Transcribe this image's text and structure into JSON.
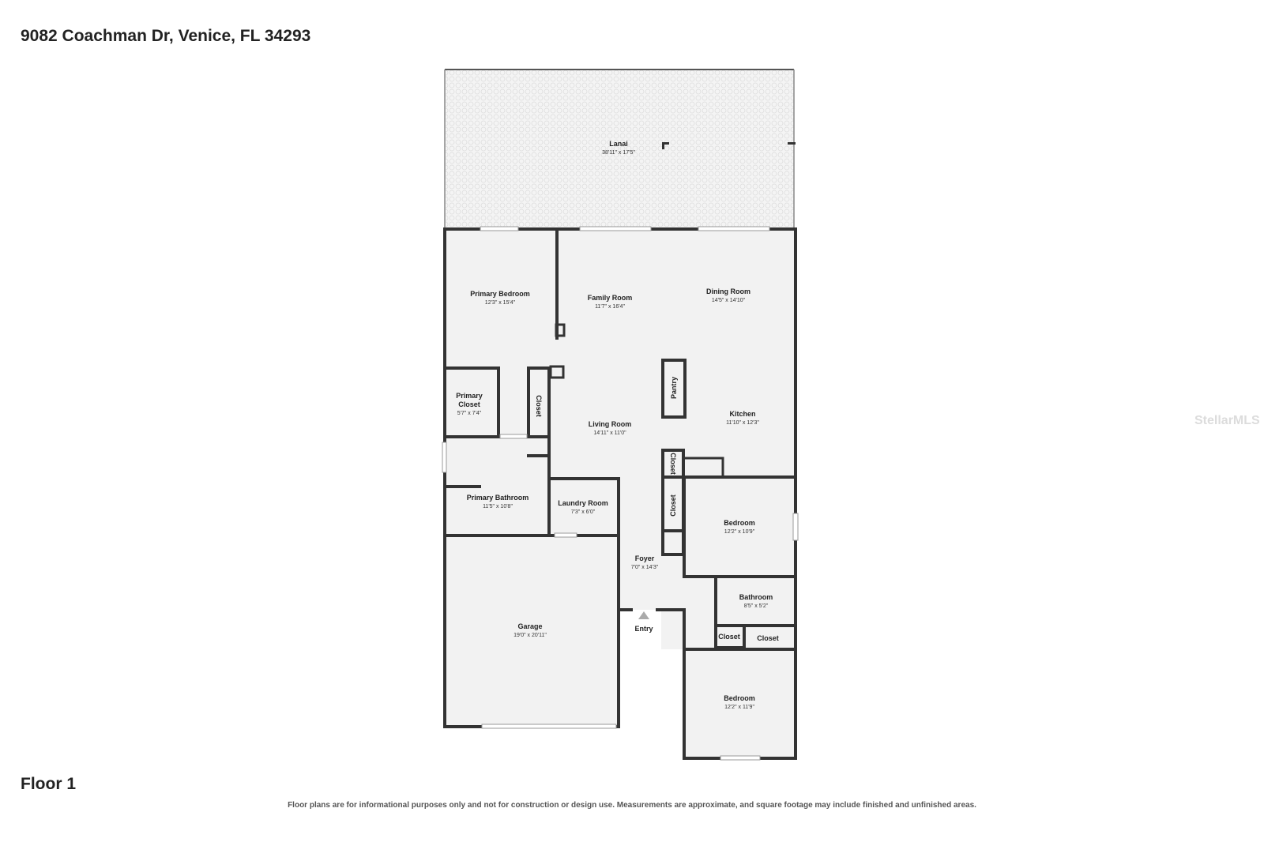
{
  "address": "9082 Coachman Dr, Venice, FL 34293",
  "floor_label": "Floor 1",
  "disclaimer": "Floor plans are for informational purposes only and not for construction or design use. Measurements are approximate, and square footage may include finished and unfinished areas.",
  "watermark": "StellarMLS",
  "rooms": {
    "lanai": {
      "name": "Lanai",
      "dims": "38'11\" x 17'5\""
    },
    "primary_bedroom": {
      "name": "Primary Bedroom",
      "dims": "12'3\" x 15'4\""
    },
    "family_room": {
      "name": "Family Room",
      "dims": "11'7\" x 16'4\""
    },
    "dining_room": {
      "name": "Dining Room",
      "dims": "14'5\" x 14'10\""
    },
    "primary_closet": {
      "name1": "Primary",
      "name2": "Closet",
      "dims": "5'7\" x 7'4\""
    },
    "closet_pb": {
      "name": "Closet"
    },
    "pantry": {
      "name": "Pantry"
    },
    "living_room": {
      "name": "Living Room",
      "dims": "14'11\" x 11'0\""
    },
    "kitchen": {
      "name": "Kitchen",
      "dims": "11'10\" x 12'3\""
    },
    "closet_hall_1": {
      "name": "Closet"
    },
    "closet_hall_2": {
      "name": "Closet"
    },
    "primary_bathroom": {
      "name": "Primary Bathroom",
      "dims": "11'5\" x 10'8\""
    },
    "laundry_room": {
      "name": "Laundry Room",
      "dims": "7'3\" x 6'0\""
    },
    "bedroom_1": {
      "name": "Bedroom",
      "dims": "12'2\" x 10'9\""
    },
    "foyer": {
      "name": "Foyer",
      "dims": "7'0\" x 14'3\""
    },
    "bathroom": {
      "name": "Bathroom",
      "dims": "8'5\" x 5'2\""
    },
    "garage": {
      "name": "Garage",
      "dims": "19'0\" x 20'11\""
    },
    "entry": {
      "name": "Entry"
    },
    "closet_small_1": {
      "name": "Closet"
    },
    "closet_small_2": {
      "name": "Closet"
    },
    "bedroom_2": {
      "name": "Bedroom",
      "dims": "12'2\" x 11'9\""
    }
  },
  "colors": {
    "wall": "#333333",
    "floor": "#f2f2f2",
    "lanai_pattern": "#e6e6e6"
  }
}
